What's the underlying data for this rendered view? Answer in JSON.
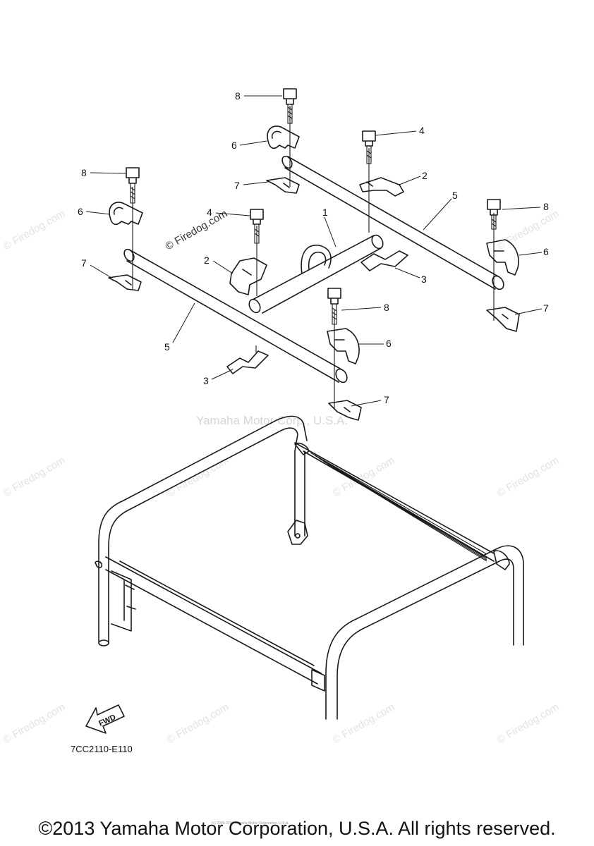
{
  "diagram": {
    "part_code": "7CC2110-E110",
    "watermark_primary": "Yamaha Motor Corp., U.S.A.",
    "watermark_site": "© Firedog.com",
    "fwd_label": "FWD",
    "callouts": {
      "c1": "1",
      "c2a": "2",
      "c2b": "2",
      "c3a": "3",
      "c3b": "3",
      "c4a": "4",
      "c4b": "4",
      "c5a": "5",
      "c5b": "5",
      "c6a": "6",
      "c6b": "6",
      "c6c": "6",
      "c6d": "6",
      "c7a": "7",
      "c7b": "7",
      "c7c": "7",
      "c7d": "7",
      "c8a": "8",
      "c8b": "8",
      "c8c": "8",
      "c8d": "8"
    }
  },
  "footer": {
    "copyright": "©2013 Yamaha Motor Corporation, U.S.A. All rights reserved.",
    "tiny": "(c) 2006-2016 Yamaha Motor Corporation, U.S.A."
  }
}
